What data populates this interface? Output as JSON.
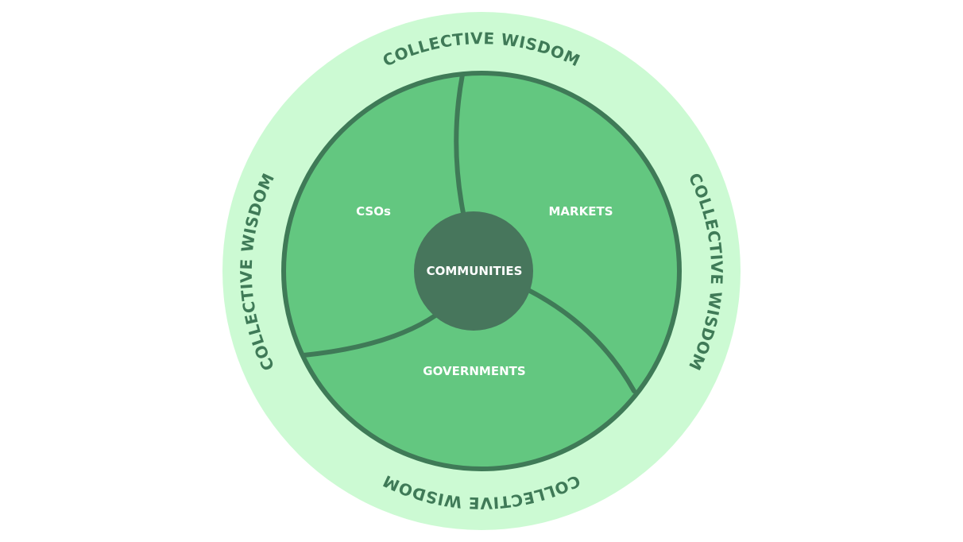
{
  "diagram": {
    "outer_ring": {
      "labels": {
        "top": "COLLECTIVE WISDOM",
        "right": "COLLECTIVE WISDOM",
        "bottom": "COLLECTIVE WISDOM",
        "left": "COLLECTIVE WISDOM"
      }
    },
    "segments": {
      "csos": "CSOs",
      "markets": "MARKETS",
      "governments": "GOVERNMENTS"
    },
    "center": {
      "label": "COMMUNITIES"
    },
    "colors": {
      "outer_ring": "#ccfad3",
      "segment_fill": "#63c780",
      "stroke": "#3f7a57",
      "center_fill": "#47765c",
      "ring_text": "#3f7a57",
      "inner_text": "#ffffff"
    }
  }
}
